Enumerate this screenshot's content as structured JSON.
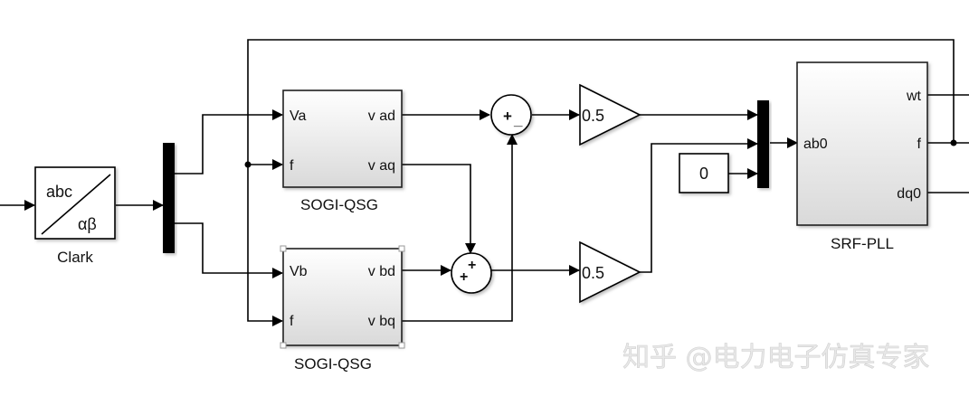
{
  "diagram": {
    "type": "simulink-block-diagram",
    "blocks": {
      "clark": {
        "label": "Clark",
        "top_text": "abc",
        "bottom_text": "αβ"
      },
      "sogi_a": {
        "label": "SOGI-QSG",
        "inputs": [
          "Va",
          "f"
        ],
        "outputs": [
          "v ad",
          "v aq"
        ]
      },
      "sogi_b": {
        "label": "SOGI-QSG",
        "inputs": [
          "Vb",
          "f"
        ],
        "outputs": [
          "v bd",
          "v bq"
        ]
      },
      "sum_a": {
        "signs_main": "+",
        "signs_sub": "_"
      },
      "sum_b": {
        "signs_main": "+",
        "signs_sup": "+"
      },
      "gain_a": {
        "value": "0.5"
      },
      "gain_b": {
        "value": "0.5"
      },
      "constant": {
        "value": "0"
      },
      "pll": {
        "label": "SRF-PLL",
        "inputs": [
          "ab0"
        ],
        "outputs": [
          "wt",
          "f",
          "dq0"
        ]
      }
    },
    "watermark": "知乎 @电力电子仿真专家"
  }
}
